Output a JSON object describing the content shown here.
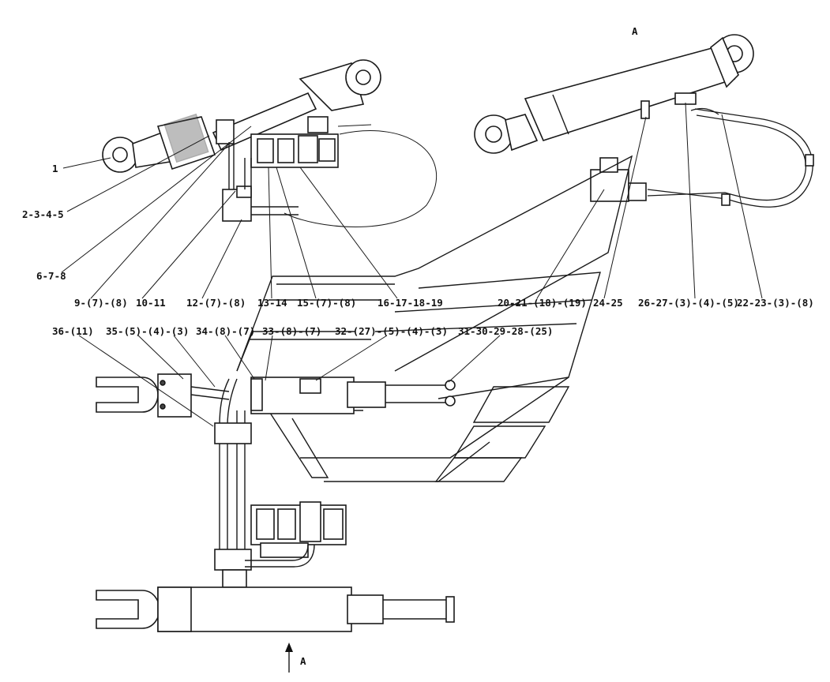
{
  "diagram": {
    "view_label_top": "A",
    "view_label_bottom": "A",
    "part_labels": [
      "1",
      "2-3-4-5",
      "6-7-8",
      "9-(7)-(8)",
      "10-11",
      "12-(7)-(8)",
      "13-14",
      "15-(7)-(8)",
      "16-17-18-19",
      "20-21-(18)-(19)",
      "24-25",
      "26-27-(3)-(4)-(5)",
      "22-23-(3)-(8)",
      "36-(11)",
      "35-(5)-(4)-(3)",
      "34-(8)-(7)",
      "33-(8)-(7)",
      "32-(27)-(5)-(4)-(3)",
      "31-30-29-28-(25)"
    ]
  }
}
